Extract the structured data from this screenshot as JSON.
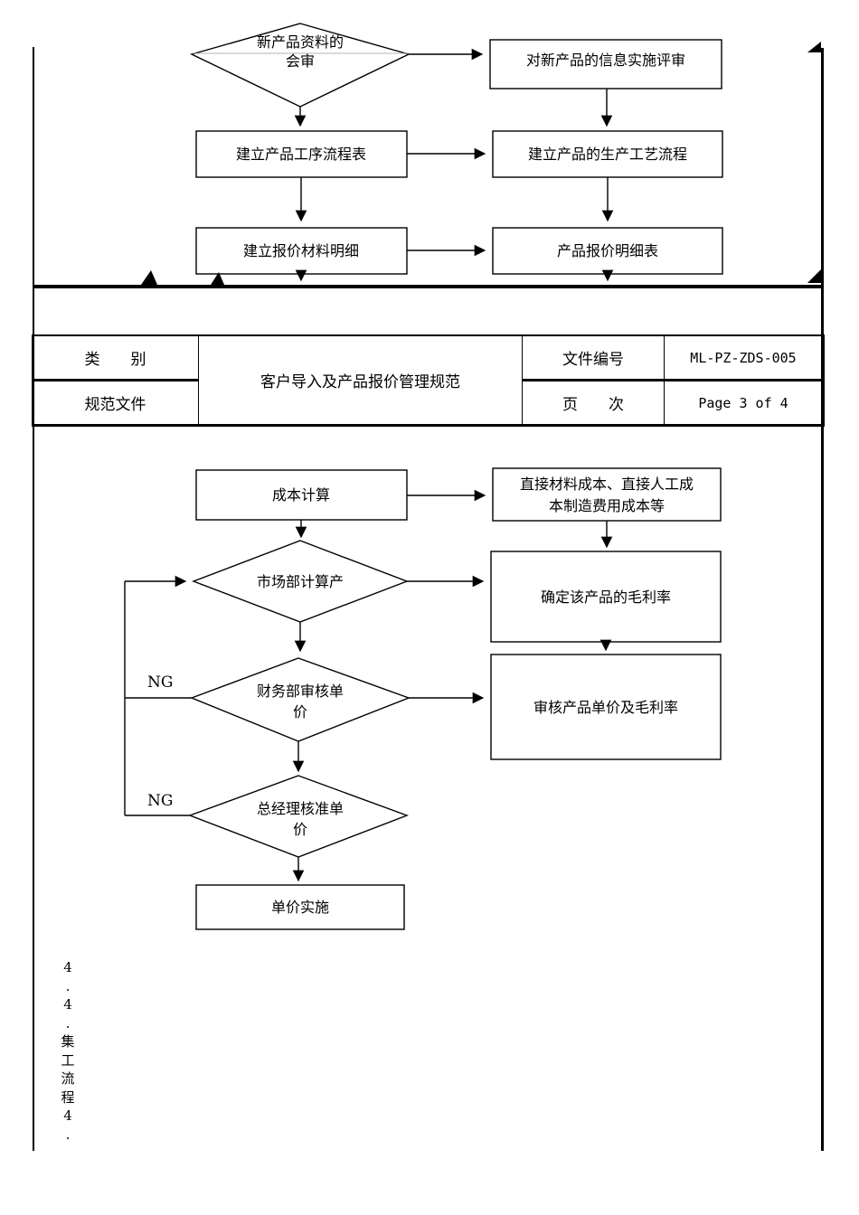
{
  "page": {
    "background": "#ffffff",
    "line_color": "#000000"
  },
  "header_table": {
    "category_label": "类　　别",
    "category_value": "规范文件",
    "title": "客户导入及产品报价管理规范",
    "doc_no_label": "文件编号",
    "doc_no": "ML-PZ-ZDS-005",
    "page_label": "页　　次",
    "page_value": "Page 3 of 4"
  },
  "flowchart_top": {
    "decision_review": {
      "line1": "新产品资料的",
      "line2": "会审"
    },
    "box_info_review": "对新产品的信息实施评审",
    "box_process_flow_table": "建立产品工序流程表",
    "box_production_craft_flow": "建立产品的生产工艺流程",
    "box_quote_material_detail": "建立报价材料明细",
    "box_product_quote_detail": "产品报价明细表"
  },
  "flowchart_bottom": {
    "box_cost_calc": "成本计算",
    "box_cost_items": {
      "line1": "直接材料成本、直接人工成",
      "line2": "本制造费用成本等"
    },
    "decision_market": "市场部计算产",
    "box_gross_margin": "确定该产品的毛利率",
    "decision_finance": {
      "line1": "财务部审核单",
      "line2": "价"
    },
    "box_price_review": "审核产品单价及毛利率",
    "decision_gm": {
      "line1": "总经理核准单",
      "line2": "价"
    },
    "box_price_impl": "单价实施",
    "ng_label_1": "NG",
    "ng_label_2": "NG"
  },
  "side_note": {
    "content": "4\n.\n4\n.\n集\n工\n流\n程\n4\n."
  }
}
